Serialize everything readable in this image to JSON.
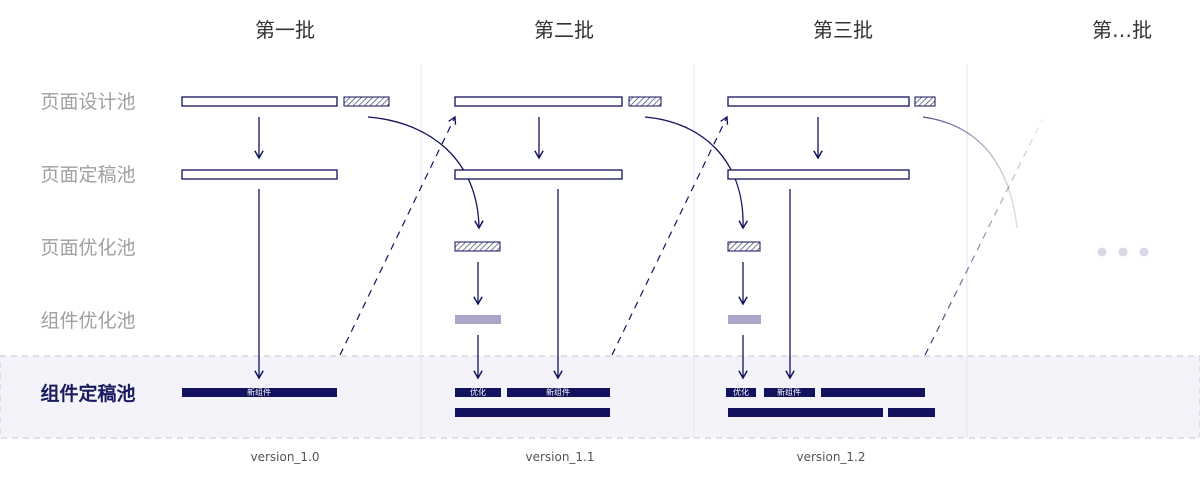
{
  "batches": {
    "b1": "第一批",
    "b2": "第二批",
    "b3": "第三批",
    "b4": "第…批"
  },
  "rows": {
    "r1": "页面设计池",
    "r2": "页面定稿池",
    "r3": "页面优化池",
    "r4": "组件优化池",
    "r5": "组件定稿池"
  },
  "bars": {
    "new_component": "新组件",
    "optimize": "优化"
  },
  "versions": {
    "v1": "version_1.0",
    "v2": "version_1.1",
    "v3": "version_1.2"
  },
  "colors": {
    "navy": "#12125e",
    "lavender": "#a9a6c9",
    "highlight_band": "#f4f3f9",
    "divider": "#e6e6ee",
    "arrow_fade": "#b9b7d6"
  }
}
